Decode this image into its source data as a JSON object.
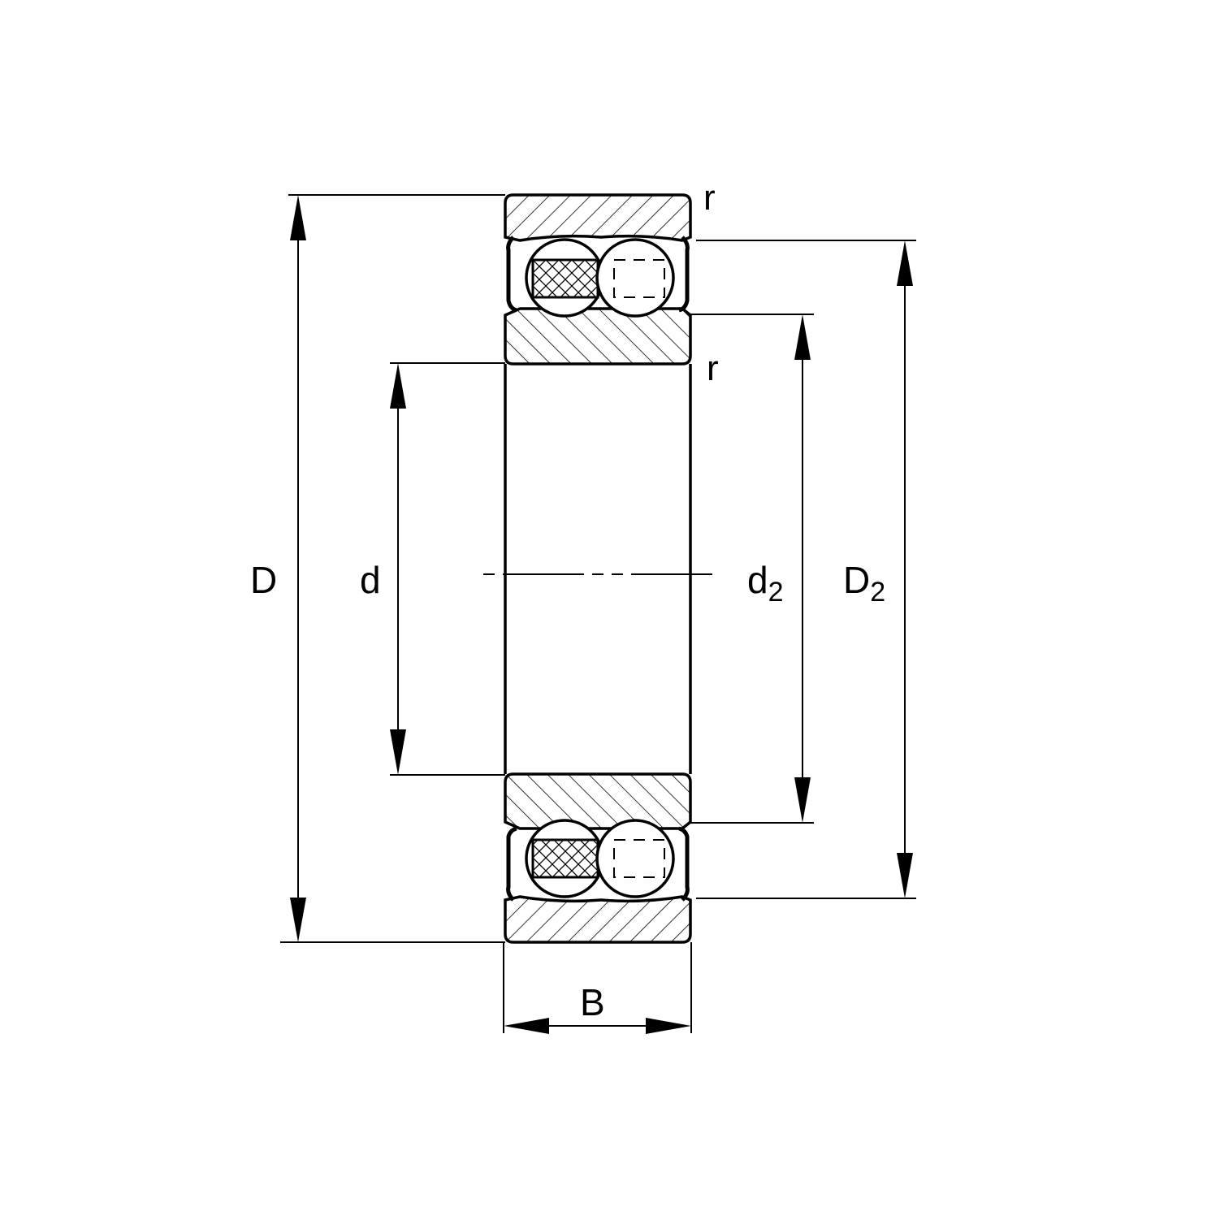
{
  "diagram": {
    "type": "bearing cross-section drawing",
    "subject": "Self-aligning ball bearing with seals",
    "line_color": "#000000",
    "background": "#ffffff"
  },
  "dimensions": {
    "D": {
      "label": "D",
      "sub": ""
    },
    "d": {
      "label": "d",
      "sub": ""
    },
    "d2": {
      "label": "d",
      "sub": "2"
    },
    "D2": {
      "label": "D",
      "sub": "2"
    },
    "B": {
      "label": "B",
      "sub": ""
    },
    "r_top": {
      "label": "r"
    },
    "r_bottom": {
      "label": "r"
    }
  }
}
